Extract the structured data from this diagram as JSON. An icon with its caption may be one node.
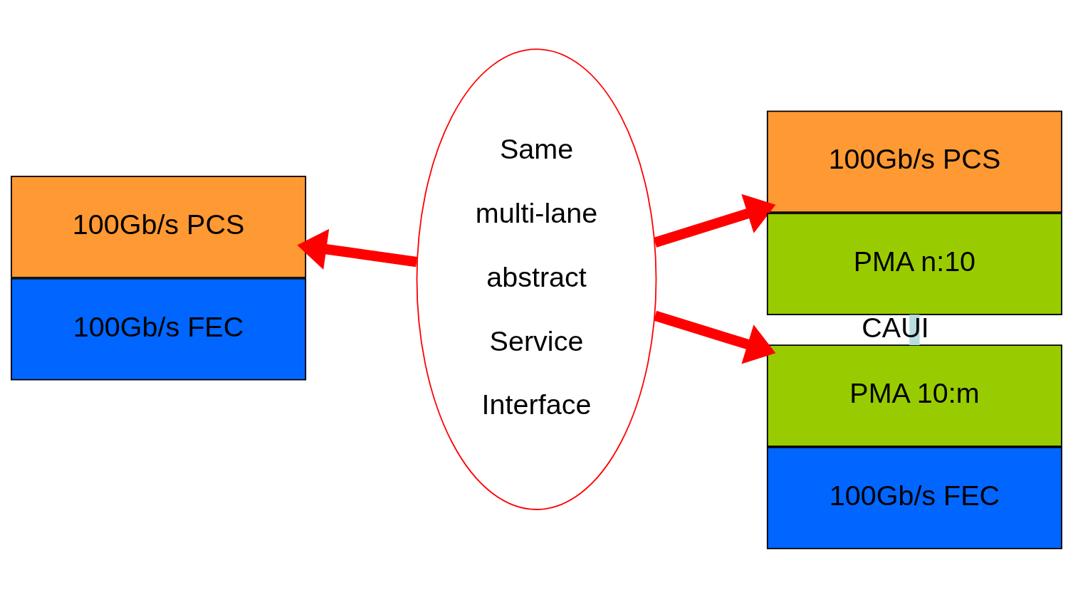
{
  "diagram": {
    "nodes": [
      {
        "text": [
          "100Gb/s PCS"
        ]
      },
      {
        "text": [
          "100Gb/s FEC"
        ]
      },
      {
        "text": [
          "Same multi-lane abstract Service Interface"
        ]
      },
      {
        "text": [
          "100Gb/s PCS"
        ]
      },
      {
        "text": [
          "PMA n:10"
        ]
      },
      {
        "text": [
          "PMA 10:m"
        ]
      },
      {
        "text": [
          "100Gb/s FEC"
        ]
      }
    ],
    "edges": [
      {
        "from": 2,
        "to": 0,
        "arrow": "to"
      },
      {
        "from": 2,
        "to": 3,
        "arrow": "to"
      },
      {
        "from": 2,
        "to": 5,
        "arrow": "to"
      },
      {
        "from": 4,
        "to": 5,
        "arrow": "none",
        "color": "#b7dde1",
        "label": "CAUI"
      }
    ]
  }
}
